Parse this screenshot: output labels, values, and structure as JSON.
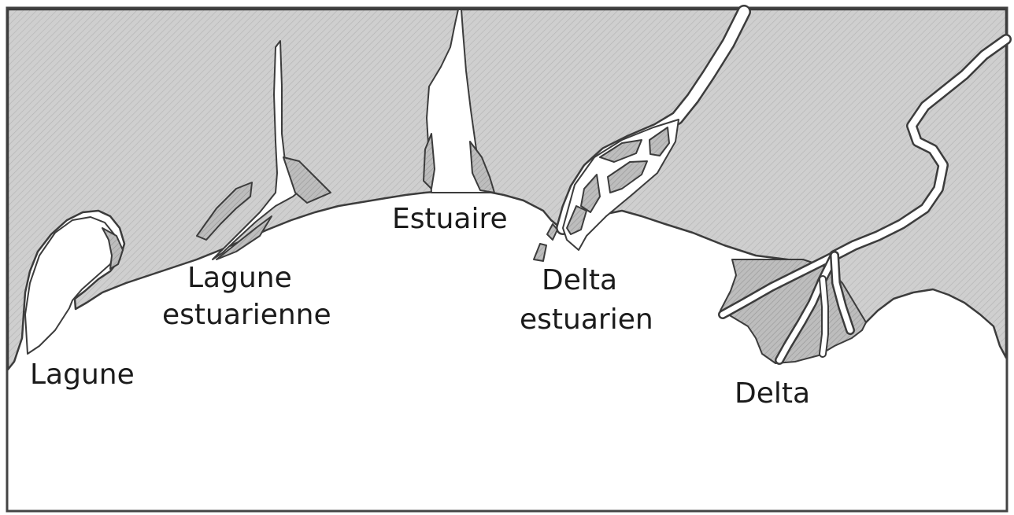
{
  "labels": {
    "lagune": "Lagune",
    "lagune_estuarienne_line1": "Lagune",
    "lagune_estuarienne_line2": "estuarienne",
    "estuaire": "Estuaire",
    "delta_estuarien_line1": "Delta",
    "delta_estuarien_line2": "estuarien",
    "delta": "Delta"
  },
  "colors": {
    "land": "#cfcfcf",
    "outline": "#3c3c3c",
    "water": "#ffffff"
  }
}
